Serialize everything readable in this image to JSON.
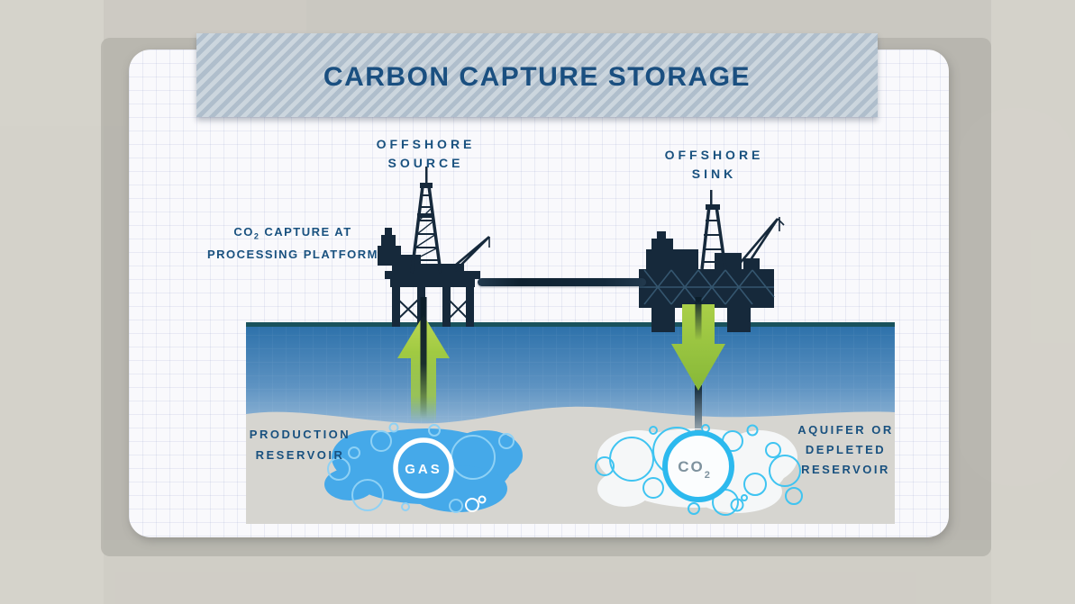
{
  "banner": {
    "title": "CARBON CAPTURE STORAGE"
  },
  "diagram": {
    "source_label": {
      "line1": "OFFSHORE",
      "line2": "SOURCE"
    },
    "sink_label": {
      "line1": "OFFSHORE",
      "line2": "SINK"
    },
    "capture_label": {
      "chem": "CO",
      "chem_sub": "2",
      "line1_rest": "CAPTURE AT",
      "line2": "PROCESSING PLATFORM"
    },
    "production_label": {
      "line1": "PRODUCTION",
      "line2": "RESERVOIR"
    },
    "aquifer_label": {
      "line1": "AQUIFER OR",
      "line2": "DEPLETED",
      "line3": "RESERVOIR"
    },
    "gas_marker": {
      "text": "GAS"
    },
    "co2_marker": {
      "chem": "CO",
      "chem_sub": "2"
    }
  },
  "colors": {
    "title_blue": "#1a4f80",
    "label_blue": "#19517f",
    "banner_base": "#b9c6d1",
    "sea_surface_band": "#19525c",
    "sea_top": "#2a6fa9",
    "sea_bottom": "#8fb3d3",
    "seabed_gray": "#d6d5d0",
    "arrow_green": "#a4cb42",
    "gas_blob_blue": "#45a9e9",
    "gas_bubble_outline": "#8ed1f5",
    "co2_bubble_outline": "#3fc4f1",
    "co2_ring": "#2cb9ee",
    "co2_text": "#7e929e",
    "platform_navy": "#16293b",
    "background_paper": "#cac8c1"
  }
}
